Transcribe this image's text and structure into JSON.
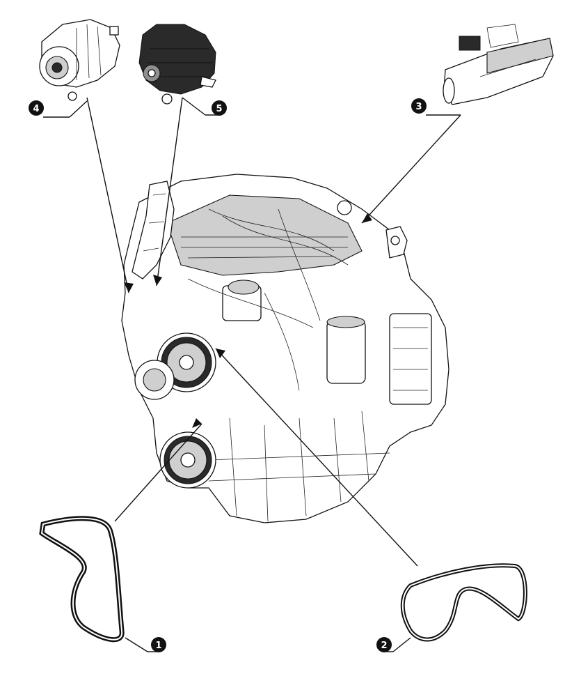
{
  "callouts": [
    {
      "number": "1",
      "part": "belt-small"
    },
    {
      "number": "2",
      "part": "belt-large"
    },
    {
      "number": "3",
      "part": "starter-motor"
    },
    {
      "number": "4",
      "part": "alternator-a"
    },
    {
      "number": "5",
      "part": "alternator-b"
    }
  ],
  "colors": {
    "callout_fill": "#111111",
    "line": "#111111",
    "background": "#ffffff"
  }
}
